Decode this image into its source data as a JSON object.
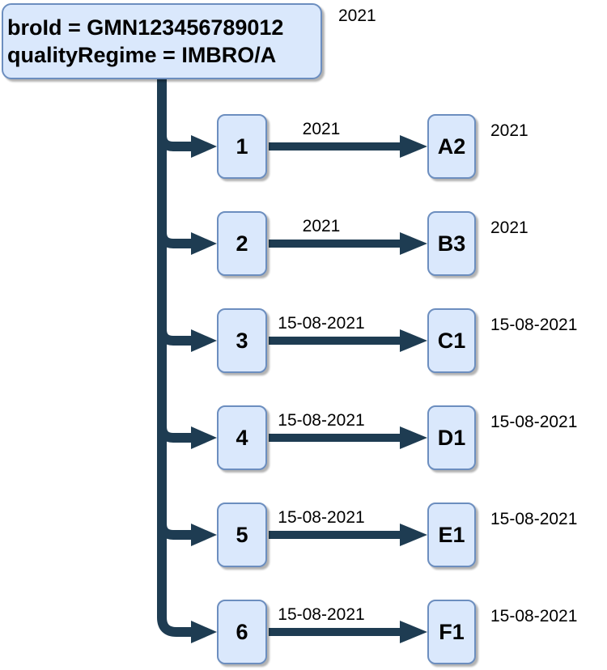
{
  "root": {
    "line1": "broId = GMN123456789012",
    "line2": "qualityRegime = IMBRO/A",
    "year_label": "2021"
  },
  "rows": [
    {
      "source": "1",
      "edge_label": "2021",
      "target": "A2",
      "right_label": "2021"
    },
    {
      "source": "2",
      "edge_label": "2021",
      "target": "B3",
      "right_label": "2021"
    },
    {
      "source": "3",
      "edge_label": "15-08-2021",
      "target": "C1",
      "right_label": "15-08-2021"
    },
    {
      "source": "4",
      "edge_label": "15-08-2021",
      "target": "D1",
      "right_label": "15-08-2021"
    },
    {
      "source": "5",
      "edge_label": "15-08-2021",
      "target": "E1",
      "right_label": "15-08-2021"
    },
    {
      "source": "6",
      "edge_label": "15-08-2021",
      "target": "F1",
      "right_label": "15-08-2021"
    }
  ],
  "colors": {
    "node_fill": "#dae8fc",
    "node_border": "#6c8ebf",
    "connector": "#1e3c52",
    "background": "#ffffff",
    "text": "#000000"
  }
}
